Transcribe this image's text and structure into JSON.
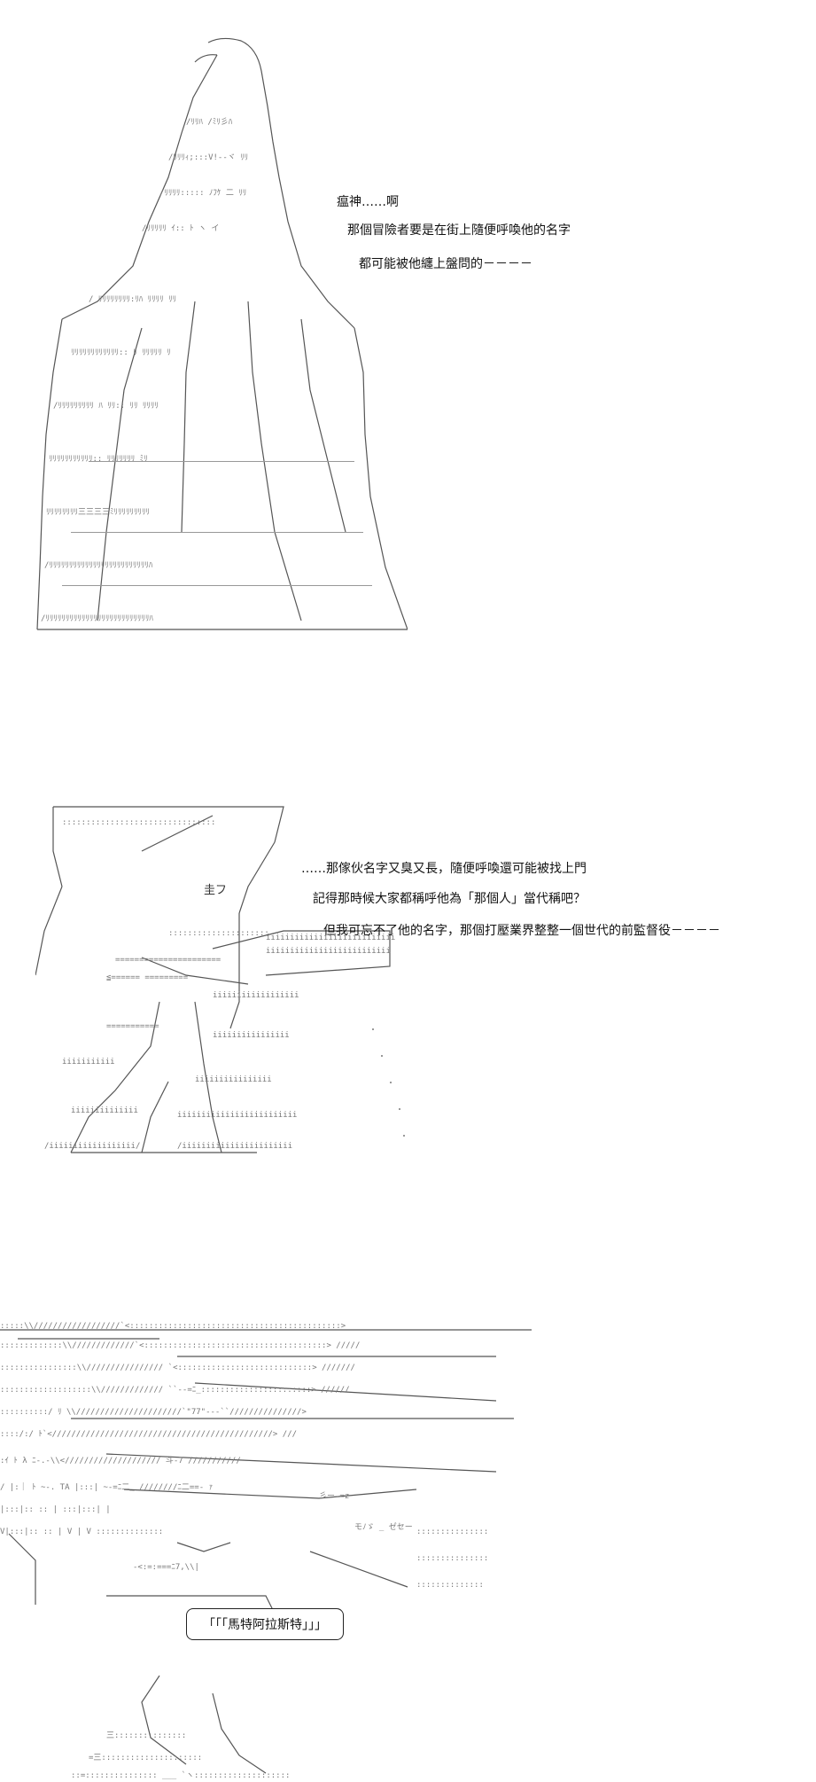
{
  "panels": [
    {
      "dialogue": [
        "瘟神……啊",
        "那個冒險者要是在街上隨便呼喚他的名字",
        "都可能被他纏上盤問的－－－－"
      ]
    },
    {
      "dialogue": [
        "……那傢伙名字又臭又長，隨便呼喚還可能被找上門",
        "記得那時候大家都稱呼他為「那個人」當代稱吧？",
        "但我可忘不了他的名字，那個打壓業界整整一個世代的前監督役－－－－"
      ],
      "art_text": [
        "圭フ"
      ]
    },
    {
      "speech_bubble": "「「「馬特阿拉斯特」」」"
    }
  ],
  "colors": {
    "ink": "#111111",
    "background": "#ffffff"
  }
}
